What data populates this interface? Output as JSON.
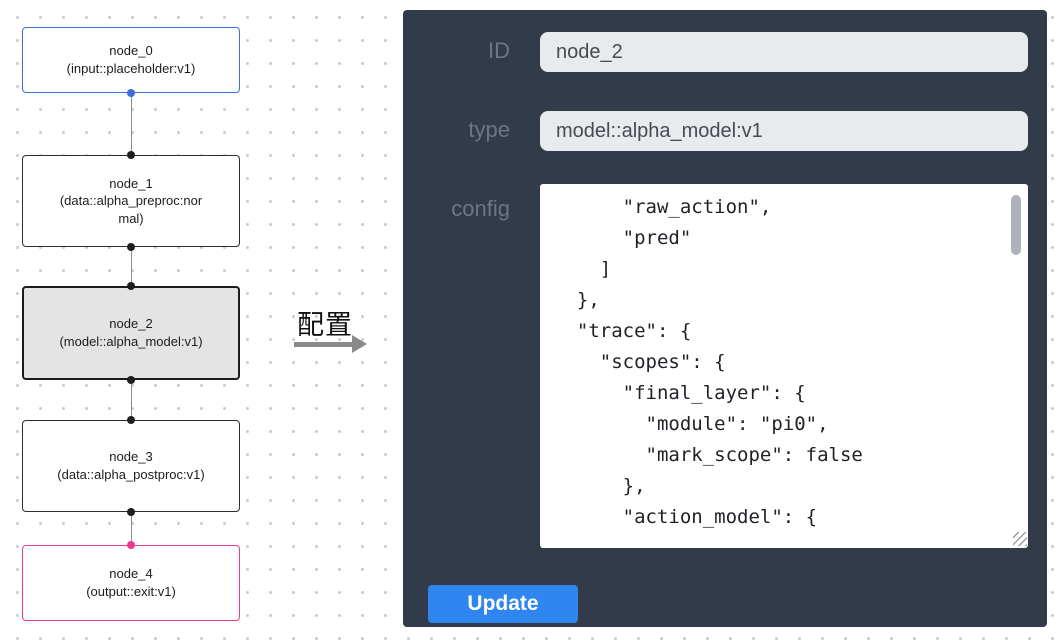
{
  "flow": {
    "nodes": [
      {
        "name": "node_0",
        "type": "(input::placeholder:v1)",
        "variant": "input"
      },
      {
        "name": "node_1",
        "type": "(data::alpha_preproc:normal)",
        "variant": "default"
      },
      {
        "name": "node_2",
        "type": "(model::alpha_model:v1)",
        "variant": "selected"
      },
      {
        "name": "node_3",
        "type": "(data::alpha_postproc:v1)",
        "variant": "default"
      },
      {
        "name": "node_4",
        "type": "(output::exit:v1)",
        "variant": "output"
      }
    ]
  },
  "arrow": {
    "label": "配置"
  },
  "panel": {
    "fields": [
      {
        "label": "ID",
        "value": "node_2"
      },
      {
        "label": "type",
        "value": "model::alpha_model:v1"
      }
    ],
    "config": {
      "label": "config",
      "text": "      \"raw_action\",\n      \"pred\"\n    ]\n  },\n  \"trace\": {\n    \"scopes\": {\n      \"final_layer\": {\n        \"module\": \"pi0\",\n        \"mark_scope\": false\n      },\n      \"action_model\": {"
    },
    "update_label": "Update"
  },
  "colors": {
    "accent": "#2f86f0",
    "panel_bg": "#323b49",
    "input_bg": "#e8eaed",
    "label": "#6d7683",
    "node_input_border": "#3b6fd6",
    "node_output_border": "#ee3a8c",
    "node_selected_bg": "#e4e4e4",
    "edge": "#8b8f94"
  }
}
